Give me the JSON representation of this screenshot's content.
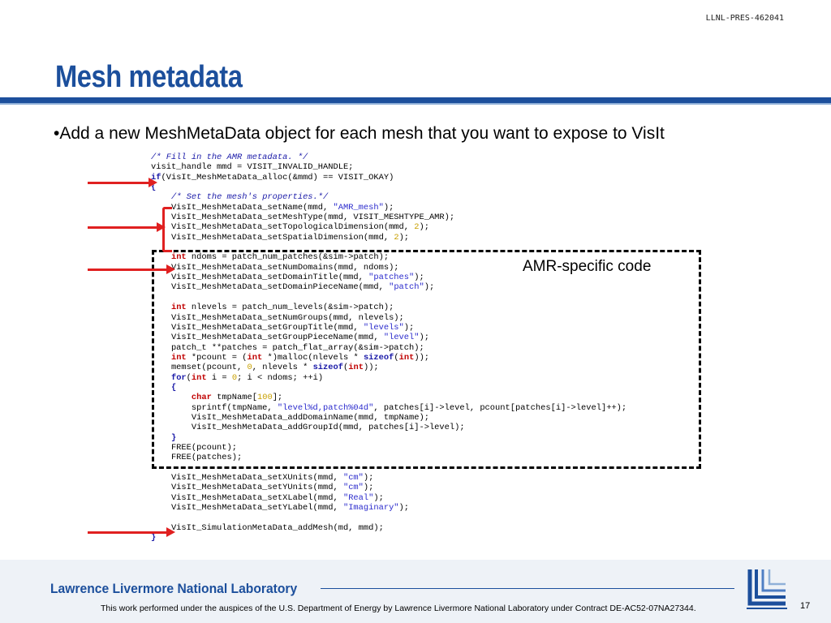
{
  "header": {
    "doc_id": "LLNL-PRES-462041",
    "title": "Mesh metadata"
  },
  "bullet": {
    "text": "•Add a new MeshMetaData object for each mesh that you want to expose to VisIt"
  },
  "callout": {
    "label": "AMR-specific code"
  },
  "code": {
    "lines": [
      [
        {
          "t": "/* Fill in the AMR metadata. */",
          "c": "cm"
        }
      ],
      [
        {
          "t": "visit_handle mmd = VISIT_INVALID_HANDLE;"
        }
      ],
      [
        {
          "t": "if",
          "c": "kb"
        },
        {
          "t": "(VisIt_MeshMetaData_alloc(&mmd) == VISIT_OKAY)"
        }
      ],
      [
        {
          "t": "{",
          "c": "kb"
        }
      ],
      [
        {
          "t": "    "
        },
        {
          "t": "/* Set the mesh's properties.*/",
          "c": "cm"
        }
      ],
      [
        {
          "t": "    VisIt_MeshMetaData_setName(mmd, "
        },
        {
          "t": "\"AMR_mesh\"",
          "c": "st"
        },
        {
          "t": ");"
        }
      ],
      [
        {
          "t": "    VisIt_MeshMetaData_setMeshType(mmd, VISIT_MESHTYPE_AMR);"
        }
      ],
      [
        {
          "t": "    VisIt_MeshMetaData_setTopologicalDimension(mmd, "
        },
        {
          "t": "2",
          "c": "nu"
        },
        {
          "t": ");"
        }
      ],
      [
        {
          "t": "    VisIt_MeshMetaData_setSpatialDimension(mmd, "
        },
        {
          "t": "2",
          "c": "nu"
        },
        {
          "t": ");"
        }
      ],
      [
        {
          "t": ""
        }
      ],
      [
        {
          "t": "    "
        },
        {
          "t": "int",
          "c": "kw"
        },
        {
          "t": " ndoms = patch_num_patches(&sim->patch);"
        }
      ],
      [
        {
          "t": "    VisIt_MeshMetaData_setNumDomains(mmd, ndoms);"
        }
      ],
      [
        {
          "t": "    VisIt_MeshMetaData_setDomainTitle(mmd, "
        },
        {
          "t": "\"patches\"",
          "c": "st"
        },
        {
          "t": ");"
        }
      ],
      [
        {
          "t": "    VisIt_MeshMetaData_setDomainPieceName(mmd, "
        },
        {
          "t": "\"patch\"",
          "c": "st"
        },
        {
          "t": ");"
        }
      ],
      [
        {
          "t": ""
        }
      ],
      [
        {
          "t": "    "
        },
        {
          "t": "int",
          "c": "kw"
        },
        {
          "t": " nlevels = patch_num_levels(&sim->patch);"
        }
      ],
      [
        {
          "t": "    VisIt_MeshMetaData_setNumGroups(mmd, nlevels);"
        }
      ],
      [
        {
          "t": "    VisIt_MeshMetaData_setGroupTitle(mmd, "
        },
        {
          "t": "\"levels\"",
          "c": "st"
        },
        {
          "t": ");"
        }
      ],
      [
        {
          "t": "    VisIt_MeshMetaData_setGroupPieceName(mmd, "
        },
        {
          "t": "\"level\"",
          "c": "st"
        },
        {
          "t": ");"
        }
      ],
      [
        {
          "t": "    patch_t **patches = patch_flat_array(&sim->patch);"
        }
      ],
      [
        {
          "t": "    "
        },
        {
          "t": "int",
          "c": "kw"
        },
        {
          "t": " *pcount = ("
        },
        {
          "t": "int",
          "c": "kw"
        },
        {
          "t": " *)malloc(nlevels * "
        },
        {
          "t": "sizeof",
          "c": "kb"
        },
        {
          "t": "("
        },
        {
          "t": "int",
          "c": "kw"
        },
        {
          "t": "));"
        }
      ],
      [
        {
          "t": "    memset(pcount, "
        },
        {
          "t": "0",
          "c": "nu"
        },
        {
          "t": ", nlevels * "
        },
        {
          "t": "sizeof",
          "c": "kb"
        },
        {
          "t": "("
        },
        {
          "t": "int",
          "c": "kw"
        },
        {
          "t": "));"
        }
      ],
      [
        {
          "t": "    "
        },
        {
          "t": "for",
          "c": "kb"
        },
        {
          "t": "("
        },
        {
          "t": "int",
          "c": "kw"
        },
        {
          "t": " i = "
        },
        {
          "t": "0",
          "c": "nu"
        },
        {
          "t": "; i < ndoms; ++i)"
        }
      ],
      [
        {
          "t": "    "
        },
        {
          "t": "{",
          "c": "kb"
        }
      ],
      [
        {
          "t": "        "
        },
        {
          "t": "char",
          "c": "kw"
        },
        {
          "t": " tmpName["
        },
        {
          "t": "100",
          "c": "nu"
        },
        {
          "t": "];"
        }
      ],
      [
        {
          "t": "        sprintf(tmpName, "
        },
        {
          "t": "\"level%d,patch%04d\"",
          "c": "st"
        },
        {
          "t": ", patches[i]->level, pcount[patches[i]->level]++);"
        }
      ],
      [
        {
          "t": "        VisIt_MeshMetaData_addDomainName(mmd, tmpName);"
        }
      ],
      [
        {
          "t": "        VisIt_MeshMetaData_addGroupId(mmd, patches[i]->level);"
        }
      ],
      [
        {
          "t": "    "
        },
        {
          "t": "}",
          "c": "kb"
        }
      ],
      [
        {
          "t": "    FREE(pcount);"
        }
      ],
      [
        {
          "t": "    FREE(patches);"
        }
      ],
      [
        {
          "t": ""
        }
      ],
      [
        {
          "t": "    VisIt_MeshMetaData_setXUnits(mmd, "
        },
        {
          "t": "\"cm\"",
          "c": "st"
        },
        {
          "t": ");"
        }
      ],
      [
        {
          "t": "    VisIt_MeshMetaData_setYUnits(mmd, "
        },
        {
          "t": "\"cm\"",
          "c": "st"
        },
        {
          "t": ");"
        }
      ],
      [
        {
          "t": "    VisIt_MeshMetaData_setXLabel(mmd, "
        },
        {
          "t": "\"Real\"",
          "c": "st"
        },
        {
          "t": ");"
        }
      ],
      [
        {
          "t": "    VisIt_MeshMetaData_setYLabel(mmd, "
        },
        {
          "t": "\"Imaginary\"",
          "c": "st"
        },
        {
          "t": ");"
        }
      ],
      [
        {
          "t": ""
        }
      ],
      [
        {
          "t": "    VisIt_SimulationMetaData_addMesh(md, mmd);"
        }
      ],
      [
        {
          "t": "}",
          "c": "kb"
        }
      ]
    ]
  },
  "footer": {
    "lab_name": "Lawrence Livermore National Laboratory",
    "note": "This work performed under the auspices of the U.S. Department of Energy by Lawrence Livermore National Laboratory under Contract DE-AC52-07NA27344.",
    "page": "17"
  },
  "colors": {
    "brand_blue": "#1c4f9c",
    "arrow_red": "#e02020"
  },
  "icons": {
    "logo": "llnl-logo-icon"
  }
}
